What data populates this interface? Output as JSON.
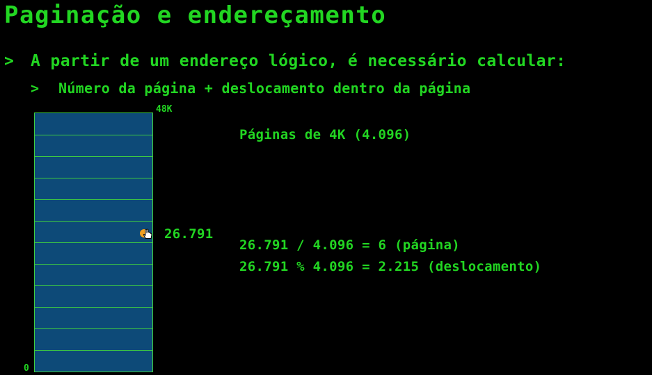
{
  "title": "Paginação e endereçamento",
  "bullets": [
    {
      "marker": ">",
      "text": "A partir de um endereço lógico, é necessário calcular:"
    },
    {
      "marker": ">",
      "text": "Número da página + deslocamento dentro da página"
    }
  ],
  "memory": {
    "top_label": "48K",
    "bottom_label": "0",
    "page_count": 12,
    "address_label": "26.791",
    "fill_color": "#0d4a78",
    "line_color": "#3fcf3f"
  },
  "cursor_icon": "hand-pointer-icon",
  "page_size_text": "Páginas de 4K (4.096)",
  "calculations": {
    "page": "26.791 / 4.096 = 6 (página)",
    "offset": "26.791 % 4.096 = 2.215 (deslocamento)"
  },
  "colors": {
    "text": "#22d622",
    "background": "#000000"
  }
}
